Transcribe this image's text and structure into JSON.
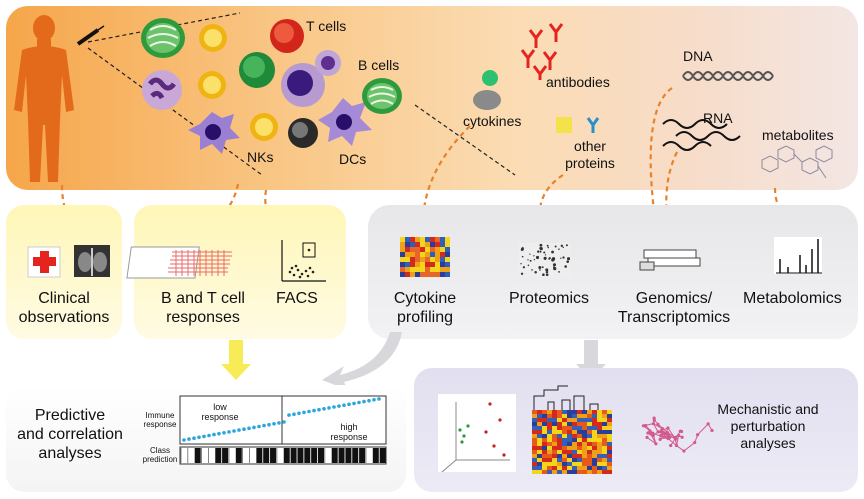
{
  "cells": {
    "t_cells": "T cells",
    "b_cells": "B cells",
    "nks": "NKs",
    "dcs": "DCs"
  },
  "molecules": {
    "antibodies": "antibodies",
    "dna": "DNA",
    "rna": "RNA",
    "cytokines": "cytokines",
    "other_proteins_1": "other",
    "other_proteins_2": "proteins",
    "metabolites": "metabolites"
  },
  "assays": {
    "clinical_1": "Clinical",
    "clinical_2": "observations",
    "bt_1": "B and T cell",
    "bt_2": "responses",
    "facs": "FACS",
    "cytokine_1": "Cytokine",
    "cytokine_2": "profiling",
    "proteomics": "Proteomics",
    "genomics_1": "Genomics/",
    "genomics_2": "Transcriptomics",
    "metabolomics": "Metabolomics"
  },
  "analyses": {
    "predictive_1": "Predictive",
    "predictive_2": "and correlation",
    "predictive_3": "analyses",
    "immune_1": "Immune",
    "immune_2": "response",
    "class_1": "Class",
    "class_2": "prediction",
    "low_1": "low",
    "low_2": "response",
    "high_1": "high",
    "high_2": "response",
    "mech_1": "Mechanistic and",
    "mech_2": "perturbation",
    "mech_3": "analyses"
  },
  "colors": {
    "arrow": "#e8822a",
    "cross": "#e52420",
    "dot": "#2aa6dc",
    "pink": "#d35a8c"
  }
}
